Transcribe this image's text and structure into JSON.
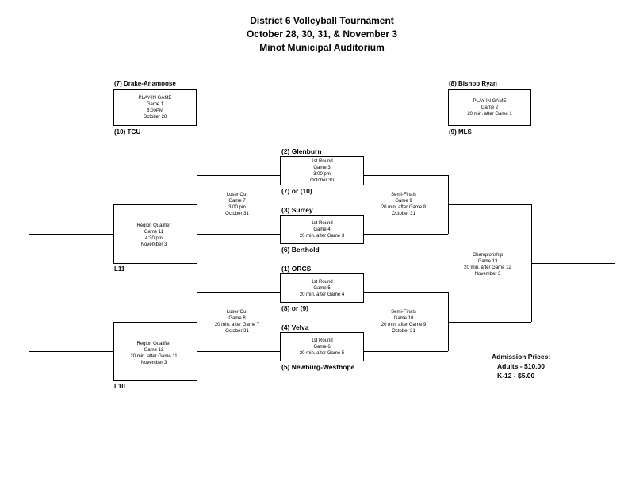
{
  "header": {
    "line1": "District 6 Volleyball Tournament",
    "line2": "October 28, 30, 31, & November 3",
    "line3": "Minot Municipal Auditorium"
  },
  "playin": {
    "left": {
      "top_team": "(7) Drake-Anamoose",
      "bottom_team": "(10) TGU",
      "lines": [
        "PLAY-IN GAME",
        "Game 1",
        "5:00PM",
        "October 28"
      ]
    },
    "right": {
      "top_team": "(8) Bishop Ryan",
      "bottom_team": "(9) MLS",
      "lines": [
        "PLAY-IN GAME",
        "Game 2",
        "20 min. after Game 1"
      ]
    }
  },
  "teams": {
    "t1": "(2) Glenburn",
    "t2": "(7) or (10)",
    "t3": "(3) Surrey",
    "t4": "(6) Berthold",
    "t5": "(1) ORCS",
    "t6": "(8) or (9)",
    "t7": "(4) Velva",
    "t8": "(5) Newburg-Westhope"
  },
  "games": {
    "g3": [
      "1st Round",
      "Game 3",
      "3:00 pm",
      "October 30"
    ],
    "g4": [
      "1st Round",
      "Game 4",
      "20 min. after Game 3"
    ],
    "g5": [
      "1st Round",
      "Game 5",
      "20 min. after Game 4"
    ],
    "g6": [
      "1st Round",
      "Game 6",
      "20 min. after Game 5"
    ],
    "g7": [
      "Loser Out",
      "Game 7",
      "3:00 pm",
      "October 31"
    ],
    "g8": [
      "Loser Out",
      "Game 8",
      "20 min. after Game 7",
      "October 31"
    ],
    "g9": [
      "Semi-Finals",
      "Game 9",
      "20 min. after Game 8",
      "October 31"
    ],
    "g10": [
      "Semi-Finals",
      "Game 10",
      "20 min. after Game 9",
      "October 31"
    ],
    "g11": [
      "Region Qualifier",
      "Game 11",
      "4:30 pm",
      "November 3"
    ],
    "g12": [
      "Region Qualifier",
      "Game 12",
      "20 min. after Game 11",
      "November 3"
    ],
    "g13": [
      "Championship",
      "Game 13",
      "20 min. after Game 12",
      "November 3"
    ]
  },
  "losers": {
    "l11": "L11",
    "l10": "L10"
  },
  "admission": {
    "title": "Admission Prices:",
    "adults": "Adults - $10.00",
    "k12": "K-12 - $5.00"
  }
}
